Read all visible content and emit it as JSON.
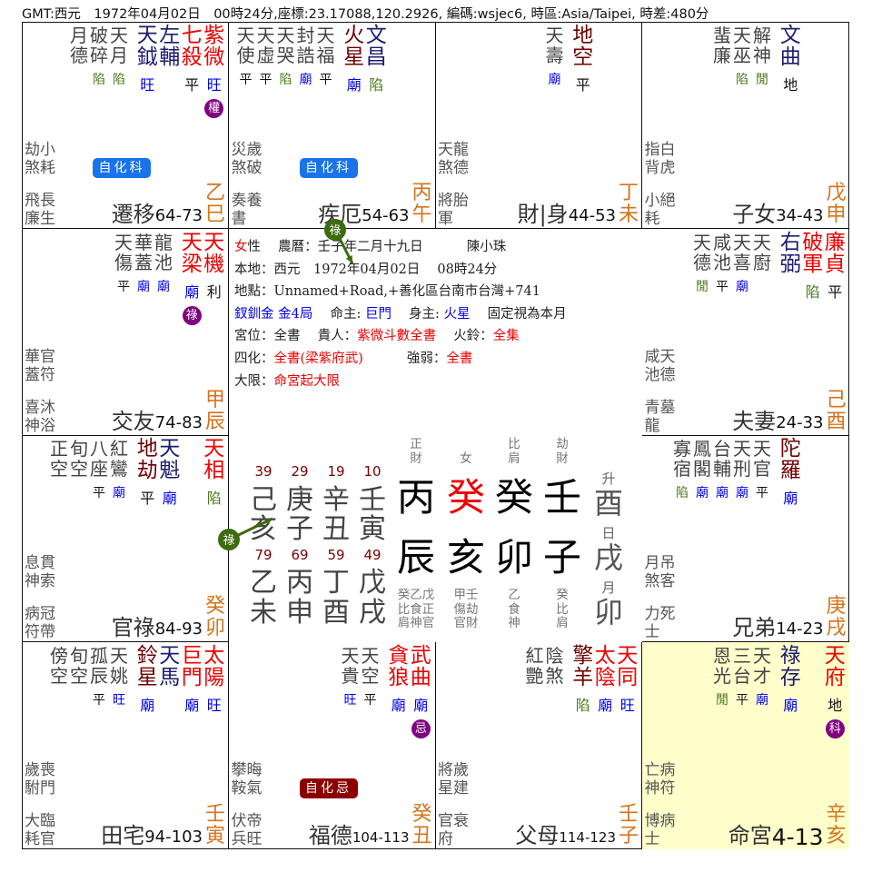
{
  "header": "GMT:西元　1972年04月02日　00時24分,座標:23.17088,120.2926, 編碼:wsjec6, 時區:Asia/Taipei, 時差:480分",
  "colors": {
    "red": "#ee0000",
    "navy": "#1c1c6e",
    "dred": "#6e0000",
    "blue": "#0000ee",
    "green": "#4a7a1a",
    "black": "#111111",
    "stem": "#d4741a",
    "selfhua_ke": "#1a73e8",
    "selfhua_ji": "#8b0000",
    "hua": "#800080",
    "lu_arrow": "#3d6b10",
    "ming_bg": "#ffffcc"
  },
  "cells": [
    {
      "branch": "巳",
      "palace": "遷移",
      "age": "64-73",
      "gz": "乙巳",
      "selfhua": "自化科",
      "selfhua_color": "selfhua_ke",
      "major": [
        {
          "n": "紫微",
          "c": "red",
          "b": "旺",
          "bc": "blue",
          "h": "權"
        },
        {
          "n": "七殺",
          "c": "red",
          "b": "平",
          "bc": "black"
        },
        {
          "n": "左輔",
          "c": "navy"
        },
        {
          "n": "天鉞",
          "c": "navy",
          "b": "旺",
          "bc": "blue"
        }
      ],
      "minor": [
        {
          "n": "天月",
          "b": "陷",
          "bc": "green"
        },
        {
          "n": "破碎",
          "b": "陷",
          "bc": "green"
        },
        {
          "n": "月德"
        }
      ],
      "gods1": "劫小\n煞耗",
      "gods2": "飛長\n廉生"
    },
    {
      "branch": "午",
      "palace": "疾厄",
      "age": "54-63",
      "gz": "丙午",
      "selfhua": "自化科",
      "selfhua_color": "selfhua_ke",
      "major": [
        null,
        null,
        {
          "n": "文昌",
          "c": "navy",
          "b": "陷",
          "bc": "green"
        },
        {
          "n": "火星",
          "c": "dred",
          "b": "廟",
          "bc": "blue"
        }
      ],
      "minor": [
        {
          "n": "天福",
          "b": "平",
          "bc": "black"
        },
        {
          "n": "封誥",
          "b": "廟",
          "bc": "blue"
        },
        {
          "n": "天哭",
          "b": "陷",
          "bc": "green"
        },
        {
          "n": "天虛",
          "b": "平",
          "bc": "black"
        },
        {
          "n": "天使",
          "b": "平",
          "bc": "black"
        }
      ],
      "gods1": "災歲\n煞破",
      "gods2": "奏養\n書"
    },
    {
      "branch": "未",
      "palace": "財|身",
      "age": "44-53",
      "gz": "丁未",
      "major": [
        null,
        null,
        {
          "n": "地空",
          "c": "dred",
          "b": "平",
          "bc": "black"
        }
      ],
      "minor": [
        {
          "n": "天壽",
          "b": "廟",
          "bc": "blue"
        }
      ],
      "gods1": "天龍\n煞德",
      "gods2": "將胎\n軍"
    },
    {
      "branch": "申",
      "palace": "子女",
      "age": "34-43",
      "gz": "戊申",
      "major": [
        null,
        null,
        {
          "n": "文曲",
          "c": "navy",
          "b": "地",
          "bc": "black"
        }
      ],
      "minor": [
        {
          "n": "解神",
          "b": "閒",
          "bc": "green"
        },
        {
          "n": "天巫",
          "b": "陷",
          "bc": "green"
        },
        {
          "n": "蜚廉"
        }
      ],
      "gods1": "指白\n背虎",
      "gods2": "小絕\n耗"
    },
    {
      "branch": "辰",
      "palace": "交友",
      "age": "74-83",
      "gz": "甲辰",
      "major": [
        {
          "n": "天機",
          "c": "red",
          "b": "利",
          "bc": "black"
        },
        {
          "n": "天梁",
          "c": "red",
          "b": "廟",
          "bc": "blue",
          "h": "祿"
        }
      ],
      "minor": [
        {
          "n": "龍池",
          "b": "廟",
          "bc": "blue"
        },
        {
          "n": "華蓋",
          "b": "廟",
          "bc": "blue"
        },
        {
          "n": "天傷",
          "b": "平",
          "bc": "black"
        }
      ],
      "gods1": "華官\n蓋符",
      "gods2": "喜沐\n神浴"
    },
    {
      "branch": "酉",
      "palace": "夫妻",
      "age": "24-33",
      "gz": "己酉",
      "major": [
        {
          "n": "廉貞",
          "c": "red",
          "b": "平",
          "bc": "black"
        },
        {
          "n": "破軍",
          "c": "red",
          "b": "陷",
          "bc": "green"
        },
        {
          "n": "右弼",
          "c": "navy"
        }
      ],
      "minor": [
        {
          "n": "天廚"
        },
        {
          "n": "天喜",
          "b": "廟",
          "bc": "blue"
        },
        {
          "n": "咸池",
          "b": "平",
          "bc": "black"
        },
        {
          "n": "天德",
          "b": "閒",
          "bc": "green"
        }
      ],
      "gods1": "咸天\n池德",
      "gods2": "青墓\n龍"
    },
    {
      "branch": "卯",
      "palace": "官祿",
      "age": "84-93",
      "gz": "癸卯",
      "major": [
        {
          "n": "天相",
          "c": "red",
          "b": "陷",
          "bc": "green"
        },
        null,
        {
          "n": "天魁",
          "c": "navy",
          "b": "廟",
          "bc": "blue"
        },
        {
          "n": "地劫",
          "c": "dred",
          "b": "平",
          "bc": "black"
        }
      ],
      "minor": [
        {
          "n": "紅鸞",
          "b": "廟",
          "bc": "blue"
        },
        {
          "n": "八座",
          "b": "平",
          "bc": "black"
        },
        {
          "n": "旬空"
        },
        {
          "n": "正空"
        }
      ],
      "gods1": "息貫\n神索",
      "gods2": "病冠\n符帶"
    },
    {
      "branch": "戌",
      "palace": "兄弟",
      "age": "14-23",
      "gz": "庚戌",
      "major": [
        null,
        null,
        {
          "n": "陀羅",
          "c": "dred",
          "b": "廟",
          "bc": "blue"
        }
      ],
      "minor": [
        {
          "n": "天官",
          "b": "平",
          "bc": "black"
        },
        {
          "n": "天刑",
          "b": "廟",
          "bc": "blue"
        },
        {
          "n": "台輔",
          "b": "廟",
          "bc": "blue"
        },
        {
          "n": "鳳閣",
          "b": "廟",
          "bc": "blue"
        },
        {
          "n": "寡宿",
          "b": "陷",
          "bc": "green"
        }
      ],
      "gods1": "月吊\n煞客",
      "gods2": "力死\n士"
    },
    {
      "branch": "寅",
      "palace": "田宅",
      "age": "94-103",
      "gz": "壬寅",
      "major": [
        {
          "n": "太陽",
          "c": "red",
          "b": "旺",
          "bc": "blue"
        },
        {
          "n": "巨門",
          "c": "red",
          "b": "廟",
          "bc": "blue"
        },
        {
          "n": "天馬",
          "c": "navy"
        },
        {
          "n": "鈴星",
          "c": "dred",
          "b": "廟",
          "bc": "blue"
        }
      ],
      "minor": [
        {
          "n": "天姚",
          "b": "旺",
          "bc": "blue"
        },
        {
          "n": "孤辰",
          "b": "平",
          "bc": "black"
        },
        {
          "n": "旬空"
        },
        {
          "n": "傍空"
        }
      ],
      "gods1": "歲喪\n駙門",
      "gods2": "大臨\n耗官"
    },
    {
      "branch": "丑",
      "palace": "福德",
      "age": "104-113",
      "gz": "癸丑",
      "selfhua": "自化忌",
      "selfhua_color": "selfhua_ji",
      "major": [
        {
          "n": "武曲",
          "c": "red",
          "b": "廟",
          "bc": "blue",
          "h": "忌"
        },
        {
          "n": "貪狼",
          "c": "red",
          "b": "廟",
          "bc": "blue"
        }
      ],
      "minor": [
        {
          "n": "天空",
          "b": "平",
          "bc": "black"
        },
        {
          "n": "天貴",
          "b": "旺",
          "bc": "blue"
        }
      ],
      "gods1": "攀晦\n鞍氣",
      "gods2": "伏帝\n兵旺"
    },
    {
      "branch": "子",
      "palace": "父母",
      "age": "114-123",
      "gz": "壬子",
      "major": [
        {
          "n": "天同",
          "c": "red",
          "b": "旺",
          "bc": "blue"
        },
        {
          "n": "太陰",
          "c": "red",
          "b": "廟",
          "bc": "blue"
        },
        {
          "n": "擎羊",
          "c": "dred",
          "b": "陷",
          "bc": "green"
        }
      ],
      "minor": [
        {
          "n": "陰煞"
        },
        {
          "n": "紅艷"
        }
      ],
      "gods1": "將歲\n星建",
      "gods2": "官衰\n府"
    },
    {
      "branch": "亥",
      "palace": "命宮",
      "age": "4-13",
      "gz": "辛亥",
      "is_ming": true,
      "major": [
        {
          "n": "天府",
          "c": "red",
          "b": "地",
          "bc": "black",
          "h": "科"
        },
        null,
        {
          "n": "祿存",
          "c": "navy",
          "b": "廟",
          "bc": "blue"
        }
      ],
      "minor": [
        {
          "n": "天才",
          "b": "廟",
          "bc": "blue"
        },
        {
          "n": "三台",
          "b": "平",
          "bc": "black"
        },
        {
          "n": "恩光",
          "b": "閒",
          "bc": "green"
        }
      ],
      "gods1": "亡病\n神符",
      "gods2": "博病\n士"
    }
  ],
  "info": {
    "l1": [
      {
        "t": "女",
        "c": "red"
      },
      {
        "t": "性　 農曆：壬子年二月十九日　　　 陳小珠"
      }
    ],
    "l2": [
      {
        "t": "本地：西元　1972年04月02日　 08時24分"
      }
    ],
    "l3": [
      {
        "t": "地點：Unnamed+Road,+善化區台南市台灣+741"
      }
    ],
    "l4": [
      {
        "t": "釵釧金 金4局",
        "c": "blue"
      },
      {
        "t": "　 命主: "
      },
      {
        "t": "巨門",
        "c": "blue"
      },
      {
        "t": "　 身主: "
      },
      {
        "t": "火星",
        "c": "blue"
      },
      {
        "t": "　 固定視為本月"
      }
    ],
    "l5": [
      {
        "t": "宮位：全書　 貴人："
      },
      {
        "t": "紫微斗數全書",
        "c": "red"
      },
      {
        "t": "　 火鈴："
      },
      {
        "t": "全集",
        "c": "red"
      }
    ],
    "l6": [
      {
        "t": "四化："
      },
      {
        "t": "全書(梁紫府武)",
        "c": "red"
      },
      {
        "t": "　　　 強弱："
      },
      {
        "t": "全書",
        "c": "red"
      }
    ],
    "l7": [
      {
        "t": "大限："
      },
      {
        "t": "命宮起大限",
        "c": "red"
      }
    ]
  },
  "lu_markers": [
    "祿",
    "祿"
  ],
  "bazi": {
    "tengods": [
      "正財",
      "女",
      "比肩",
      "劫財"
    ],
    "stems": [
      "丙",
      "癸",
      "癸",
      "壬"
    ],
    "stem_highlight": 1,
    "branches": [
      "辰",
      "亥",
      "卯",
      "子"
    ],
    "hidden": [
      "癸乙戊\n比食正\n肩神官",
      "甲壬\n傷劫\n官財",
      "乙\n食\n神",
      "癸\n比\n肩"
    ],
    "side": [
      {
        "label": "升",
        "value": "酉"
      },
      {
        "label": "日",
        "value": "戌"
      },
      {
        "label": "月",
        "value": "卯"
      }
    ]
  },
  "dayun": {
    "ages_top": [
      "39",
      "29",
      "19",
      "10"
    ],
    "stems_top": [
      "己",
      "庚",
      "辛",
      "壬"
    ],
    "branches_top": [
      "亥",
      "子",
      "丑",
      "寅"
    ],
    "ages_bot": [
      "79",
      "69",
      "59",
      "49"
    ],
    "stems_bot": [
      "乙",
      "丙",
      "丁",
      "戊"
    ],
    "branches_bot": [
      "未",
      "申",
      "酉",
      "戌"
    ]
  }
}
